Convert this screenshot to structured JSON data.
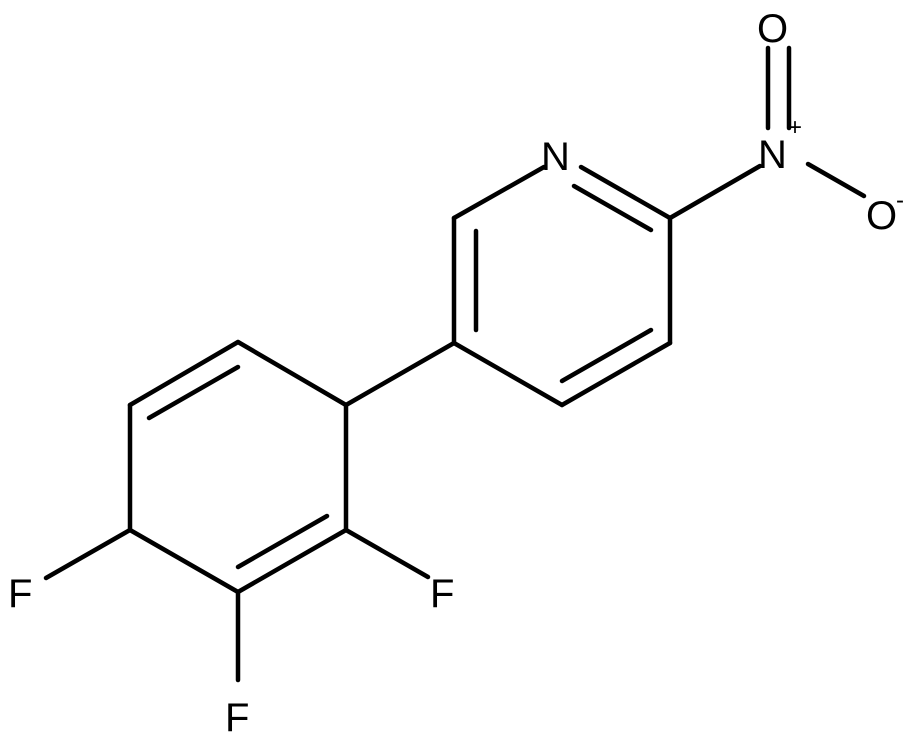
{
  "atoms": {
    "pyridine_n": "N",
    "nitro_n": "N",
    "nitro_n_charge": "+",
    "nitro_o_top": "O",
    "nitro_o_right": "O",
    "nitro_o_right_charge": "-",
    "f_left": "F",
    "f_bottom": "F",
    "f_right": "F"
  },
  "colors": {
    "ink": "#000000",
    "background": "#ffffff"
  }
}
